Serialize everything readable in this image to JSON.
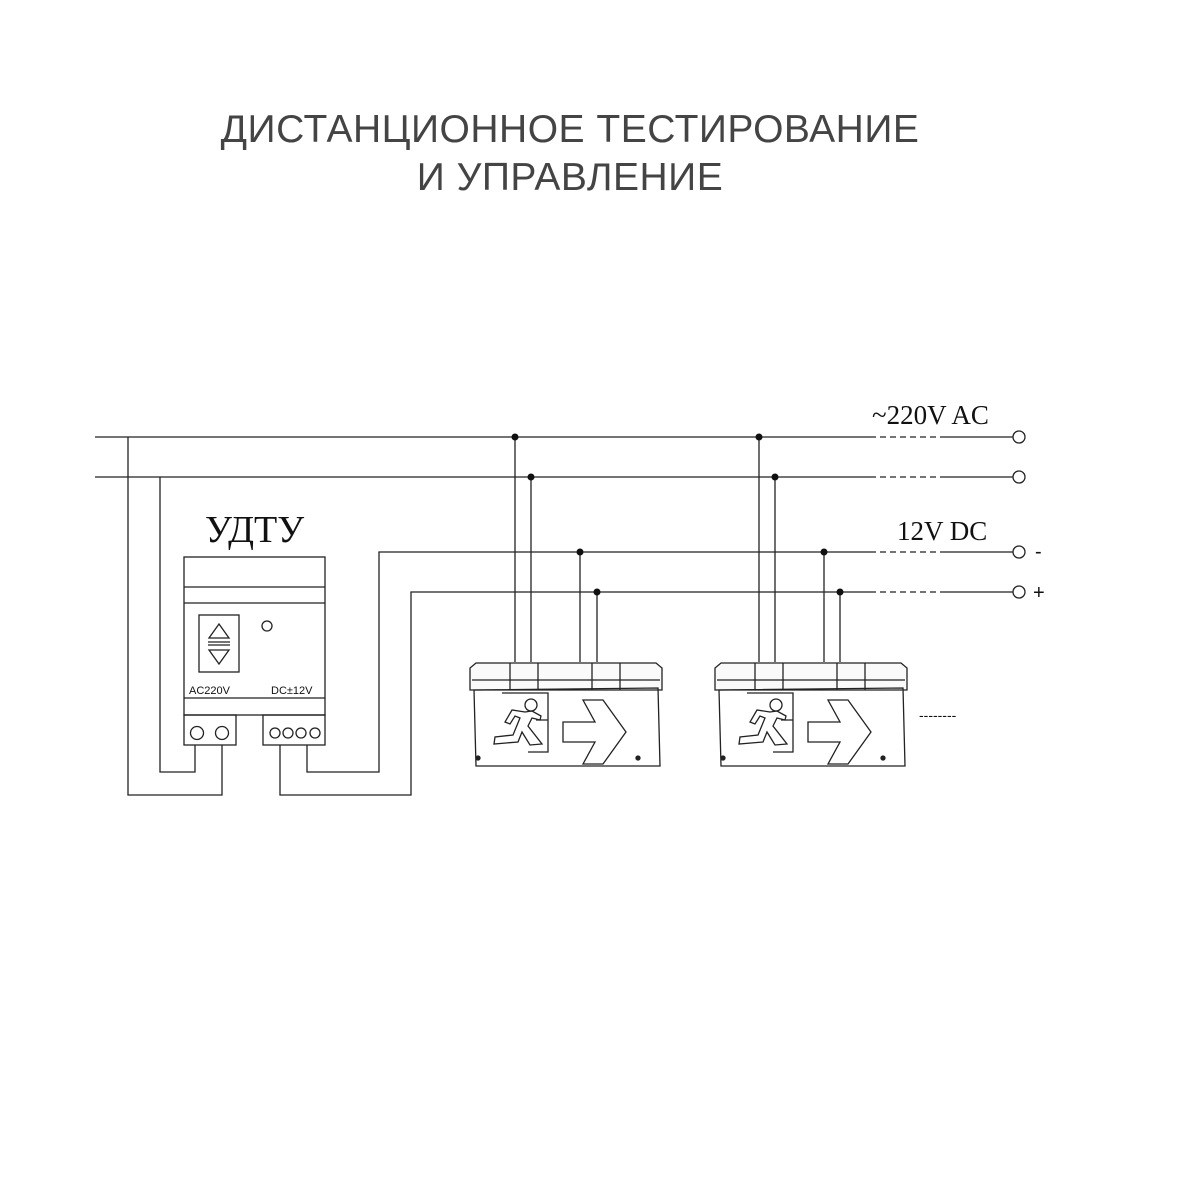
{
  "title": {
    "line1": "ДИСТАНЦИОННОЕ ТЕСТИРОВАНИЕ",
    "line2": "И УПРАВЛЕНИЕ"
  },
  "device": {
    "name": "УДТУ",
    "ac_label": "AC220V",
    "dc_label": "DC±12V"
  },
  "bus": {
    "ac_label": "~220V AC",
    "dc_label": "12V DC",
    "minus": "-",
    "plus": "+"
  },
  "continuation": "--------"
}
